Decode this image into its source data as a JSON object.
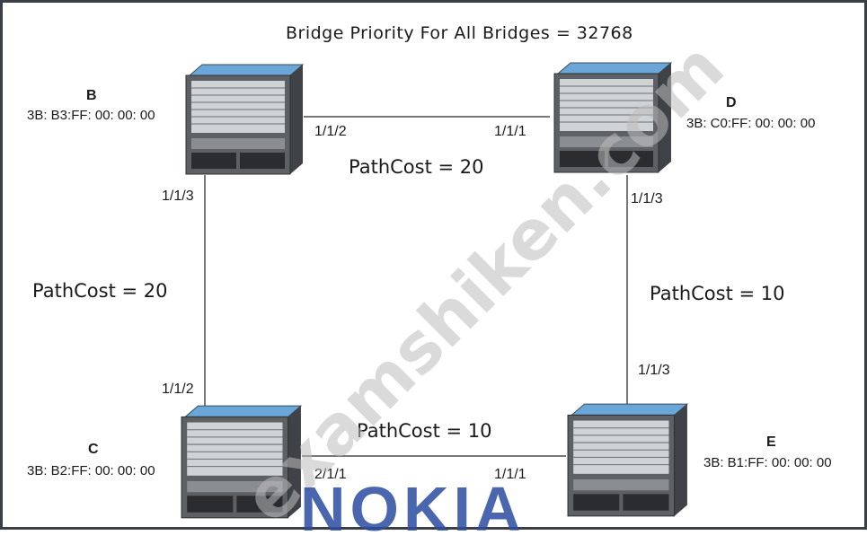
{
  "title": "Bridge Priority For All Bridges = 32768",
  "bridges": {
    "B": {
      "name": "B",
      "mac": "3B: B3:FF: 00: 00: 00"
    },
    "C": {
      "name": "C",
      "mac": "3B: B2:FF: 00: 00: 00"
    },
    "D": {
      "name": "D",
      "mac": "3B: C0:FF: 00: 00: 00"
    },
    "E": {
      "name": "E",
      "mac": "3B: B1:FF: 00: 00: 00"
    }
  },
  "links": {
    "B_D": {
      "port_b": "1/1/2",
      "port_d": "1/1/1",
      "cost": "PathCost = 20"
    },
    "B_C": {
      "port_b": "1/1/3",
      "port_c": "1/1/2",
      "cost": "PathCost = 20"
    },
    "D_E": {
      "port_d": "1/1/3",
      "port_e": "1/1/3",
      "cost": "PathCost = 10"
    },
    "C_E": {
      "port_c": "2/1/1",
      "port_e": "1/1/1",
      "cost": "PathCost = 10"
    }
  },
  "watermark": "examshiken.com",
  "logo": "NOKIA",
  "colors": {
    "line": "#4a4a4a",
    "chassis": "#565a5e",
    "chassis_top": "#6aa7d8",
    "logo": "#2b4ca0"
  }
}
